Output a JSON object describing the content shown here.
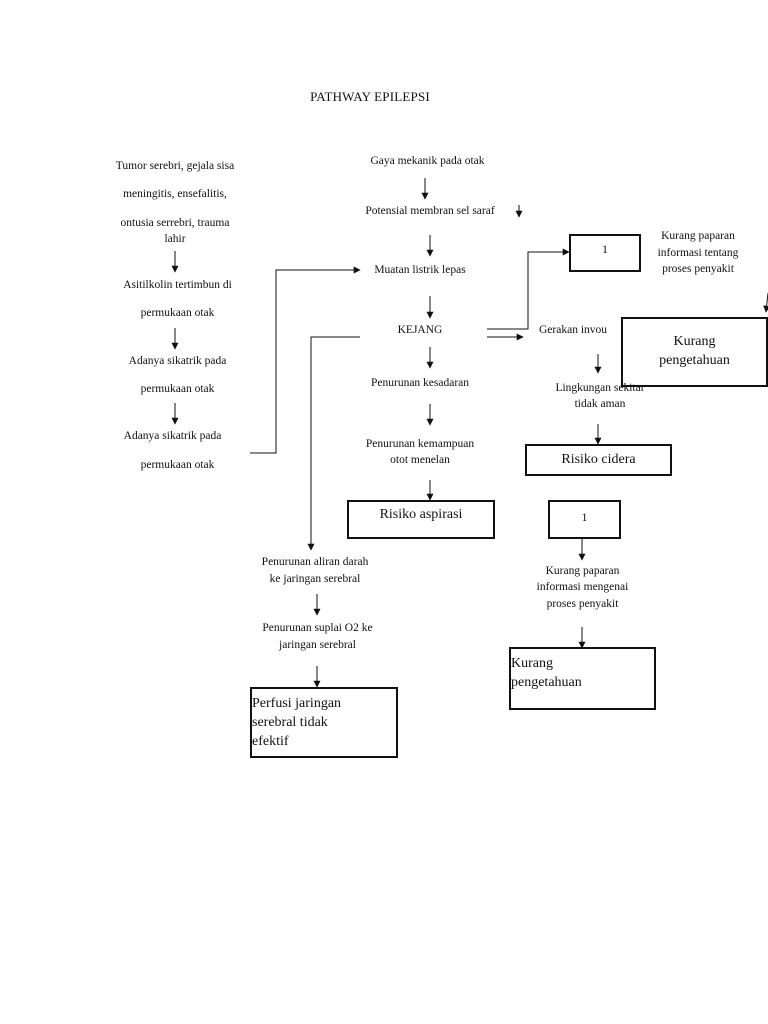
{
  "title": "PATHWAY EPILEPSI",
  "left_column": {
    "cause_lines": [
      "Tumor serebri, gejala sisa",
      "meningitis, ensefalitis,",
      "ontusia serrebri, trauma",
      "lahir"
    ],
    "step1_lines": [
      "Asitilkolin tertimbun di",
      "permukaan otak"
    ],
    "step2_lines": [
      "Adanya sikatrik pada",
      "permukaan otak"
    ],
    "step3_lines": [
      "Adanya sikatrik pada",
      "permukaan otak"
    ]
  },
  "center_column": {
    "gaya": "Gaya mekanik pada otak",
    "potensial": "Potensial membran sel saraf",
    "muatan": "Muatan listrik lepas",
    "kejang": "KEJANG",
    "kesadaran": "Penurunan kesadaran",
    "kemampuan_lines": [
      "Penurunan kemampuan",
      "otot menelan"
    ],
    "aspirasi_box": "Risiko aspirasi"
  },
  "perfusion_branch": {
    "aliran_lines": [
      "Penurunan aliran darah",
      "ke jaringan serebral"
    ],
    "suplai_lines": [
      "Penurunan suplai O2 ke",
      "jaringan serebral"
    ],
    "perfusi_box_lines": [
      "Perfusi jaringan",
      "serebral tidak",
      "efektif"
    ]
  },
  "right_upper": {
    "num_box": "1",
    "info_lines": [
      "Kurang paparan",
      "informasi tentang",
      "proses penyakit"
    ],
    "gerakan": "Gerakan invou",
    "pengetahuan_box_lines": [
      "Kurang",
      "pengetahuan"
    ],
    "lingkungan_lines": [
      "Lingkungan sekitar",
      "tidak aman"
    ],
    "cidera_box": "Risiko cidera"
  },
  "right_lower": {
    "num_box": "1",
    "info_lines": [
      "Kurang paparan",
      "informasi mengenai",
      "proses penyakit"
    ],
    "pengetahuan_box_lines": [
      "Kurang",
      "pengetahuan"
    ]
  },
  "colors": {
    "line": "#111111",
    "background": "#ffffff"
  }
}
